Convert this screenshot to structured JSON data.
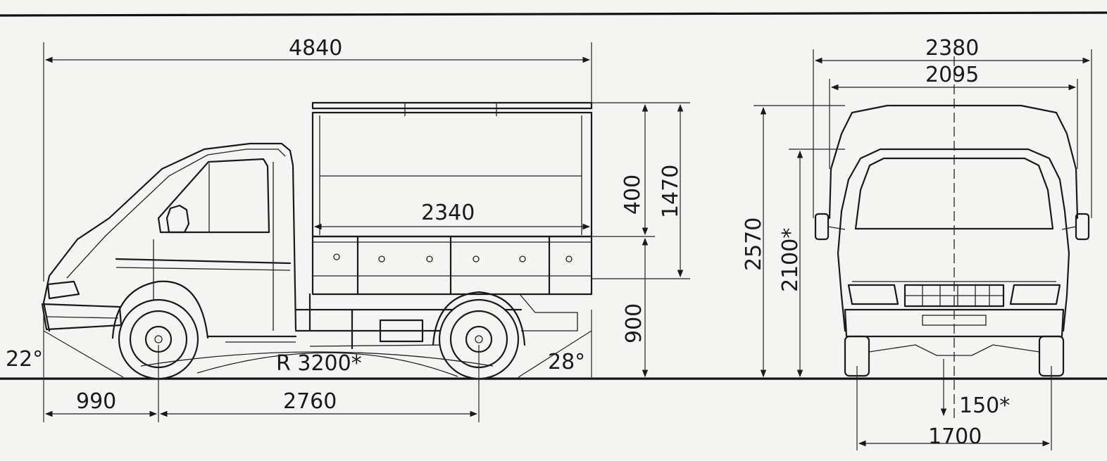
{
  "side_view": {
    "overall_length": "4840",
    "body_length": "2340",
    "awning_height": "400",
    "body_height": "1470",
    "floor_height": "900",
    "approach_angle": "22°",
    "departure_angle": "28°",
    "turning_radius": "R 3200*",
    "front_overhang": "990",
    "wheelbase": "2760"
  },
  "front_view": {
    "overall_width": "2380",
    "body_width": "2095",
    "overall_height": "2570",
    "cab_height": "2100*",
    "ground_clearance": "150*",
    "track_width": "1700"
  },
  "colors": {
    "ink": "#1a1a1a",
    "paper": "#f4f4f2"
  }
}
